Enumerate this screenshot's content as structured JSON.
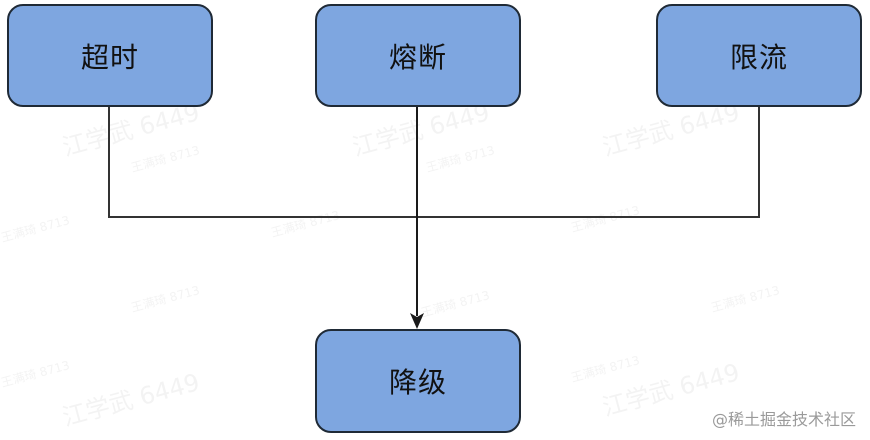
{
  "diagram": {
    "nodes": [
      {
        "id": "timeout",
        "label": "超时"
      },
      {
        "id": "circuit_breaker",
        "label": "熔断"
      },
      {
        "id": "rate_limit",
        "label": "限流"
      },
      {
        "id": "degrade",
        "label": "降级"
      }
    ],
    "edges": [
      {
        "from": "timeout",
        "to": "degrade"
      },
      {
        "from": "circuit_breaker",
        "to": "degrade"
      },
      {
        "from": "rate_limit",
        "to": "degrade"
      }
    ],
    "colors": {
      "node_fill": "#7ea6e0",
      "node_border": "#1f2a36",
      "edge": "#1a1a1a"
    }
  },
  "watermarks": {
    "large": "江学武 6449",
    "small": "王满琦 8713"
  },
  "credit": "@稀土掘金技术社区"
}
